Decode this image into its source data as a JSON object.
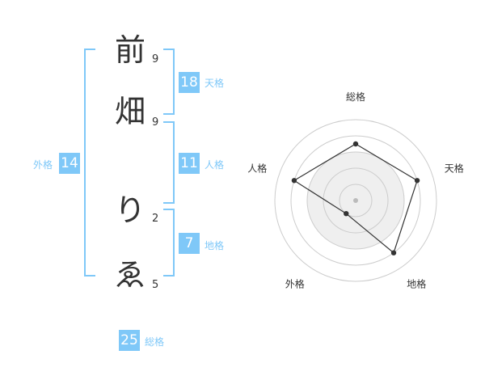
{
  "name_chars": [
    {
      "char": "前",
      "strokes": "9"
    },
    {
      "char": "畑",
      "strokes": "9"
    },
    {
      "char": "り",
      "strokes": "2"
    },
    {
      "char": "ゑ",
      "strokes": "5"
    }
  ],
  "fortune": {
    "tenkaku": {
      "value": "18",
      "label": "天格"
    },
    "jinkaku": {
      "value": "11",
      "label": "人格"
    },
    "chikaku": {
      "value": "7",
      "label": "地格"
    },
    "gaikaku": {
      "value": "14",
      "label": "外格"
    },
    "soukaku": {
      "value": "25",
      "label": "総格"
    }
  },
  "colors": {
    "accent": "#7fc8f8",
    "text": "#333333",
    "grid": "#cccccc",
    "fill": "#efefef"
  },
  "chart_data": {
    "type": "radar",
    "axes": [
      "総格",
      "天格",
      "地格",
      "外格",
      "人格"
    ],
    "values": [
      3.5,
      4,
      4,
      1,
      4
    ],
    "scale_max": 5,
    "rings": 5,
    "grid": true
  }
}
